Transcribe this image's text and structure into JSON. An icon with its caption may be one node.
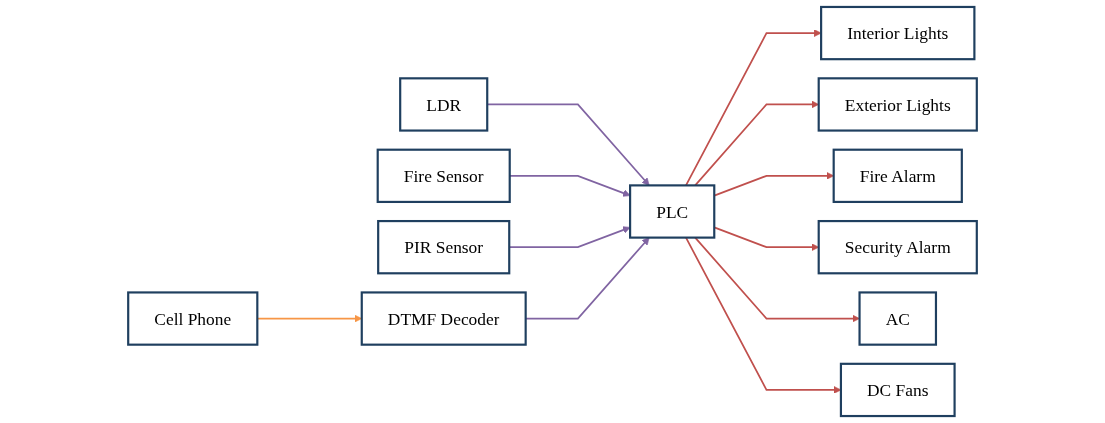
{
  "diagram": {
    "nodes": [
      {
        "text": [
          "LDR"
        ]
      },
      {
        "text": [
          "Fire Sensor"
        ]
      },
      {
        "text": [
          "PIR Sensor"
        ]
      },
      {
        "text": [
          "Cell Phone"
        ]
      },
      {
        "text": [
          "DTMF Decoder"
        ]
      },
      {
        "text": [
          "PLC"
        ]
      },
      {
        "text": [
          "Interior Lights"
        ]
      },
      {
        "text": [
          "Exterior Lights"
        ]
      },
      {
        "text": [
          "Fire Alarm"
        ]
      },
      {
        "text": [
          "Security Alarm"
        ]
      },
      {
        "text": [
          "AC"
        ]
      },
      {
        "text": [
          "DC Fans"
        ]
      }
    ],
    "edges": [
      {
        "from": 0,
        "to": 5,
        "arrow": "to",
        "color": "#8064a2"
      },
      {
        "from": 1,
        "to": 5,
        "arrow": "to",
        "color": "#8064a2"
      },
      {
        "from": 2,
        "to": 5,
        "arrow": "to",
        "color": "#8064a2"
      },
      {
        "from": 3,
        "to": 4,
        "arrow": "to",
        "color": "#f79646"
      },
      {
        "from": 4,
        "to": 5,
        "arrow": "to",
        "color": "#8064a2"
      },
      {
        "from": 5,
        "to": 6,
        "arrow": "to"
      },
      {
        "from": 5,
        "to": 7,
        "arrow": "to"
      },
      {
        "from": 5,
        "to": 8,
        "arrow": "to"
      },
      {
        "from": 5,
        "to": 9,
        "arrow": "to"
      },
      {
        "from": 5,
        "to": 10,
        "arrow": "to"
      },
      {
        "from": 5,
        "to": 11,
        "arrow": "to"
      }
    ]
  }
}
